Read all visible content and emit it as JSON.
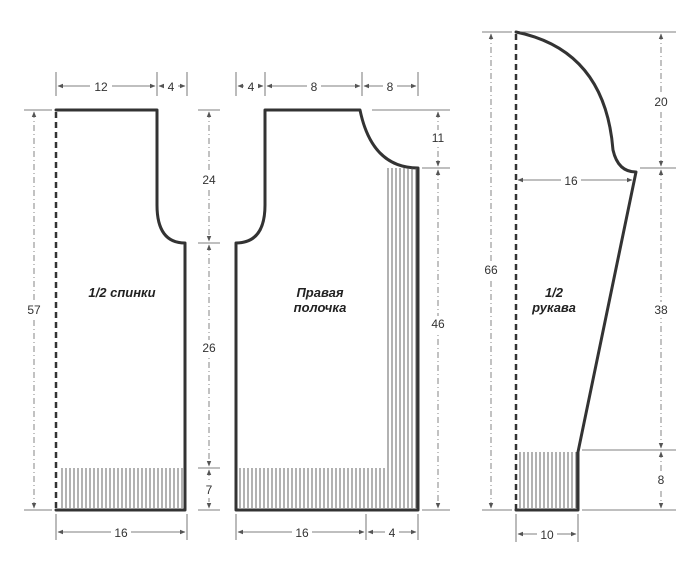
{
  "pieces": {
    "back": {
      "label": "1/2 спинки"
    },
    "front": {
      "label_line1": "Правая",
      "label_line2": "полочка"
    },
    "sleeve": {
      "label_line1": "1/2",
      "label_line2": "рукава"
    }
  },
  "dimensions": {
    "back_top_width": "12",
    "back_shoulder_gap": "4",
    "front_neck_offset": "4",
    "front_shoulder": "8",
    "front_armhole": "8",
    "back_height": "57",
    "armhole_depth": "24",
    "side_length": "26",
    "rib_height": "7",
    "front_armhole_depth": "11",
    "front_side_height": "46",
    "back_bottom_width": "16",
    "front_bottom_width": "16",
    "front_band_width": "4",
    "sleeve_height": "66",
    "sleeve_cap_height": "20",
    "sleeve_width": "16",
    "sleeve_length": "38",
    "sleeve_cuff_height": "8",
    "sleeve_cuff_width": "10"
  }
}
